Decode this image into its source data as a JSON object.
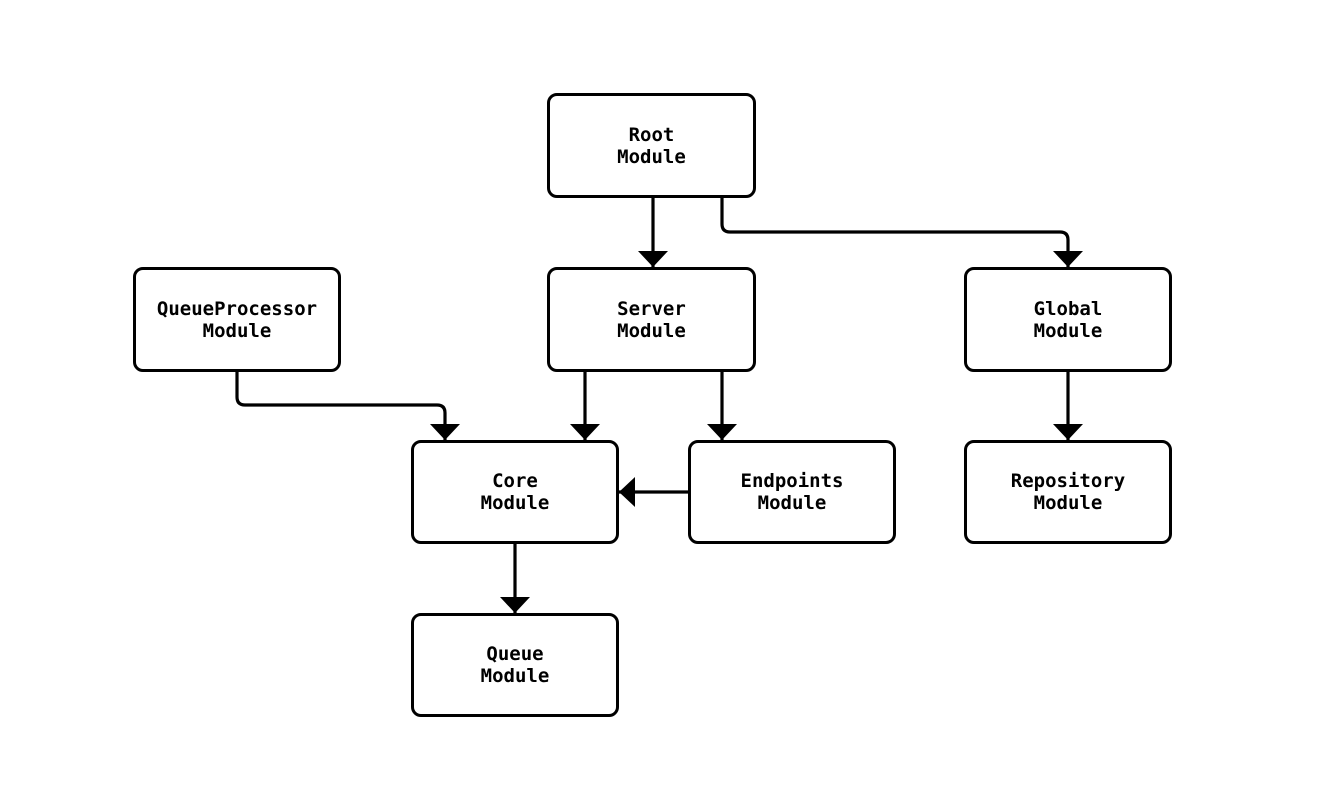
{
  "diagram": {
    "type": "flowchart",
    "orientation": "top-down",
    "nodes": {
      "root": {
        "label": "Root\nModule"
      },
      "queueproc": {
        "label": "QueueProcessor\nModule"
      },
      "server": {
        "label": "Server\nModule"
      },
      "global": {
        "label": "Global\nModule"
      },
      "core": {
        "label": "Core\nModule"
      },
      "endpoints": {
        "label": "Endpoints\nModule"
      },
      "repository": {
        "label": "Repository\nModule"
      },
      "queue": {
        "label": "Queue\nModule"
      }
    },
    "edges": [
      {
        "from": "Root Module",
        "to": "Server Module"
      },
      {
        "from": "Root Module",
        "to": "Global Module"
      },
      {
        "from": "QueueProcessor Module",
        "to": "Core Module"
      },
      {
        "from": "Server Module",
        "to": "Core Module"
      },
      {
        "from": "Server Module",
        "to": "Endpoints Module"
      },
      {
        "from": "Endpoints Module",
        "to": "Core Module"
      },
      {
        "from": "Global Module",
        "to": "Repository Module"
      },
      {
        "from": "Core Module",
        "to": "Queue Module"
      }
    ],
    "colors": {
      "background": "#ffffff",
      "node_fill": "#ffffff",
      "node_border": "#000000",
      "edge": "#000000",
      "text": "#000000"
    }
  }
}
